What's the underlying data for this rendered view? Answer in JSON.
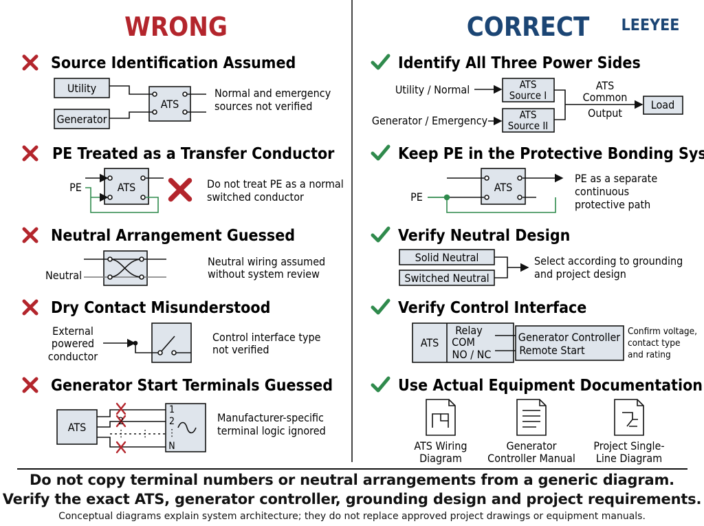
{
  "headers": {
    "wrong": "WRONG",
    "correct": "CORRECT",
    "brand": "LEEYEE",
    "colors": {
      "wrong": "#b3252c",
      "correct": "#1b4574",
      "check": "#2f8a4c",
      "pe_wire": "#2f8a4c",
      "box_fill": "#dfe5ec"
    }
  },
  "wrong": {
    "s1": {
      "title": "Source Identification Assumed",
      "utility": "Utility",
      "generator": "Generator",
      "ats": "ATS",
      "note1": "Normal and emergency",
      "note2": "sources not verified"
    },
    "s2": {
      "title": "PE Treated as a Transfer Conductor",
      "pe": "PE",
      "ats": "ATS",
      "note1": "Do not treat PE as a normal",
      "note2": "switched conductor"
    },
    "s3": {
      "title": "Neutral Arrangement Guessed",
      "neutral": "Neutral",
      "note1": "Neutral wiring assumed",
      "note2": "without system review"
    },
    "s4": {
      "title": "Dry Contact Misunderstood",
      "ext1": "External",
      "ext2": "powered",
      "ext3": "conductor",
      "note1": "Control interface type",
      "note2": "not verified"
    },
    "s5": {
      "title": "Generator Start Terminals Guessed",
      "ats": "ATS",
      "t1": "1",
      "t2": "2",
      "tn": "N",
      "note1": "Manufacturer-specific",
      "note2": "terminal logic ignored"
    }
  },
  "correct": {
    "s1": {
      "title": "Identify All Three Power Sides",
      "utility": "Utility / Normal",
      "generator": "Generator / Emergency",
      "src1a": "ATS",
      "src1b": "Source I",
      "src2a": "ATS",
      "src2b": "Source II",
      "out1": "ATS",
      "out2": "Common",
      "out3": "Output",
      "load": "Load"
    },
    "s2": {
      "title": "Keep PE in the Protective Bonding System",
      "pe": "PE",
      "ats": "ATS",
      "note1": "PE as a separate",
      "note2": "continuous",
      "note3": "protective path"
    },
    "s3": {
      "title": "Verify Neutral Design",
      "solid": "Solid Neutral",
      "switched": "Switched Neutral",
      "note1": "Select according to grounding",
      "note2": "and project design"
    },
    "s4": {
      "title": "Verify Control Interface",
      "ats": "ATS",
      "relay": "Relay",
      "com": "COM",
      "nonc": "NO / NC",
      "gc1": "Generator Controller",
      "gc2": "Remote Start",
      "note1": "Confirm voltage,",
      "note2": "contact type",
      "note3": "and rating"
    },
    "s5": {
      "title": "Use Actual Equipment Documentation",
      "doc1a": "ATS Wiring",
      "doc1b": "Diagram",
      "doc2a": "Generator",
      "doc2b": "Controller Manual",
      "doc3a": "Project Single-",
      "doc3b": "Line Diagram"
    }
  },
  "bottom": {
    "line1": "Do not copy terminal numbers or neutral arrangements from a generic diagram.",
    "line2": "Verify the exact ATS, generator controller, grounding design and project requirements.",
    "line3": "Conceptual diagrams explain system architecture; they do not replace approved project drawings or equipment manuals."
  }
}
